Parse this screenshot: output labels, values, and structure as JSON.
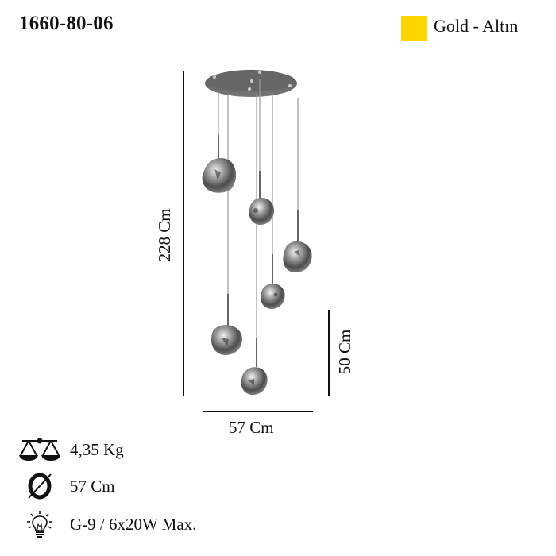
{
  "product": {
    "code": "1660-80-06",
    "color": {
      "label": "Gold - Altın",
      "swatch_hex": "#FDD500"
    }
  },
  "dimensions": {
    "height_label": "228 Cm",
    "drop_label": "50 Cm",
    "width_label": "57 Cm"
  },
  "specs": [
    {
      "icon": "scale-icon",
      "text": "4,35 Kg"
    },
    {
      "icon": "diameter-icon",
      "text": "57 Cm"
    },
    {
      "icon": "lightbulb-icon",
      "text": "G-9 / 6x20W Max."
    }
  ],
  "illustration": {
    "type": "pendant-chandelier",
    "pendant_count": 6,
    "finish_hex": "#6f6f6f"
  }
}
